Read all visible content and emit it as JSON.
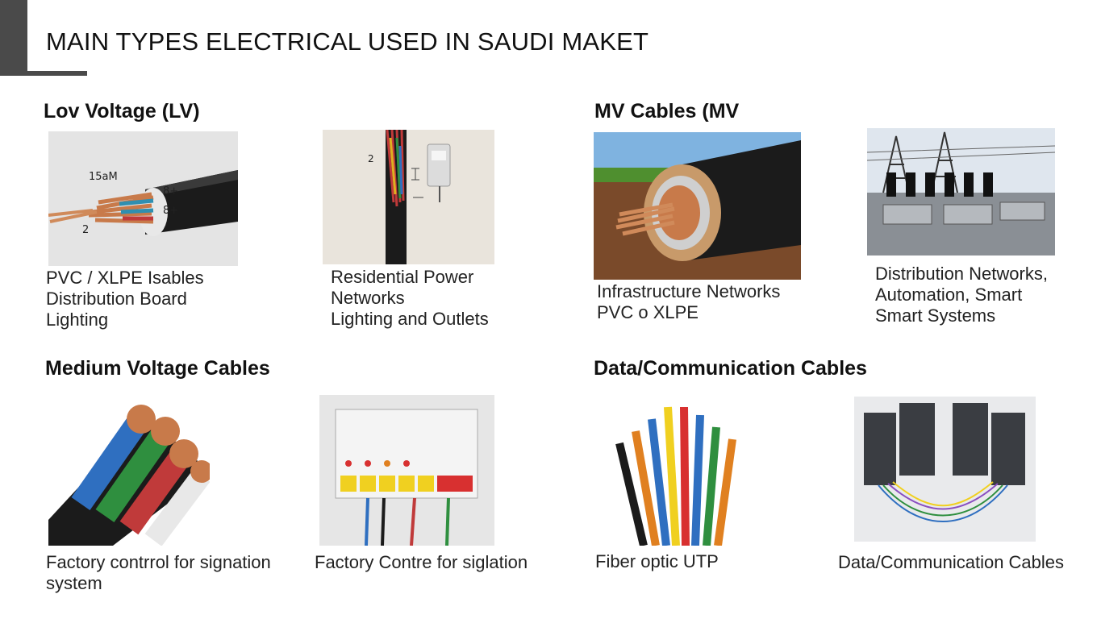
{
  "title": "MAIN TYPES ELECTRICAL USED IN SAUDI MAKET",
  "sections": {
    "lv": "Lov Voltage (LV)",
    "mv": "MV Cables (MV",
    "medium": "Medium Voltage Cables",
    "data": "Data/Communication Cables"
  },
  "labels": {
    "cable_15": "15аM",
    "cable_8a": "8+",
    "cable_8b": "8+",
    "cable_2": "2",
    "wall_2": "2"
  },
  "captions": {
    "c1": [
      "PVC / XLPE Isables",
      "Distribution Board",
      "Lighting"
    ],
    "c2": [
      "Residential Power",
      "Networks",
      "Lighting and Outlets"
    ],
    "c3": [
      "Infrastructure Networks",
      "PVC o XLPE"
    ],
    "c4": [
      "Distribution Networks,",
      "Automation, Smart",
      "Smart Systems"
    ],
    "c5": [
      "Factory contrrol for signation",
      "system"
    ],
    "c6": [
      "Factory Contre for siglation"
    ],
    "c7": [
      "Fiber optic UTP"
    ],
    "c8": [
      "Data/Communication Cables"
    ]
  },
  "colors": {
    "accent_bar": "#4a4a4a",
    "copper": "#c87a4a",
    "cable_black": "#1b1b1b",
    "sky": "#7fb3e0",
    "grass": "#4f8f2f",
    "soil": "#7a4a2a"
  }
}
